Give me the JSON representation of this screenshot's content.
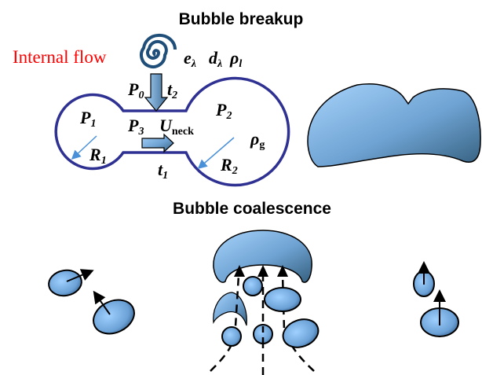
{
  "titles": {
    "breakup": "Bubble breakup",
    "coalescence": "Bubble coalescence"
  },
  "internal_flow_label": "Internal flow",
  "symbols": {
    "e": "e",
    "e_sub": "λ",
    "d": "d",
    "d_sub": "λ",
    "rho_l": "ρ",
    "rho_l_sub": "l",
    "P0": "P",
    "P0_sub": "0",
    "t2": "t",
    "t2_sub": "2",
    "P1": "P",
    "P1_sub": "1",
    "P3": "P",
    "P3_sub": "3",
    "U": "U",
    "U_sub": "neck",
    "P2": "P",
    "P2_sub": "2",
    "rho_g": "ρ",
    "rho_g_sub": "g",
    "R1": "R",
    "R1_sub": "1",
    "R2": "R",
    "R2_sub": "2",
    "t1": "t",
    "t1_sub": "1"
  },
  "colors": {
    "outline": "#2e3192",
    "bubble_light": "#9cc9f5",
    "bubble_dark": "#3d6a92",
    "radius_arrow": "#4a90d9",
    "eddy": "#1f4e79"
  }
}
